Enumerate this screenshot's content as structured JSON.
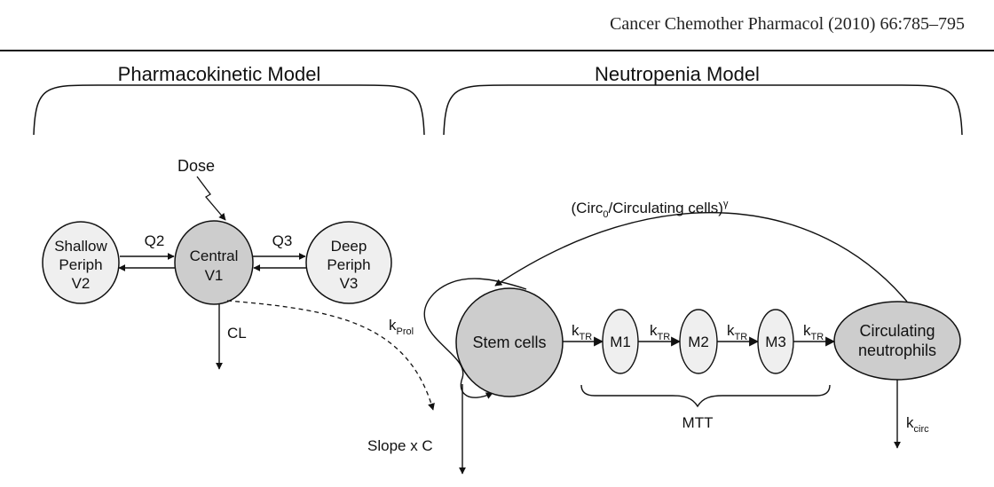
{
  "header": {
    "journal_line": "Cancer Chemother Pharmacol (2010) 66:785–795"
  },
  "figure": {
    "pk_title": "Pharmacokinetic Model",
    "neutropenia_title": "Neutropenia Model",
    "dose": "Dose",
    "compartments": {
      "shallow": [
        "Shallow",
        "Periph",
        "V2"
      ],
      "central": [
        "Central",
        "V1"
      ],
      "deep": [
        "Deep",
        "Periph",
        "V3"
      ]
    },
    "flows": {
      "q2": "Q2",
      "q3": "Q3",
      "cl": "CL"
    },
    "feedback": {
      "prefix": "(Circ",
      "sub": "0",
      "suffix": "/Circulating cells)",
      "sup": "γ"
    },
    "kprol": {
      "main": "k",
      "sub": "Prol"
    },
    "ktr": {
      "main": "k",
      "sub": "TR"
    },
    "kcirc": {
      "main": "k",
      "sub": "circ"
    },
    "stem": "Stem cells",
    "transit": [
      "M1",
      "M2",
      "M3"
    ],
    "circulating": [
      "Circulating",
      "neutrophils"
    ],
    "mtt": "MTT",
    "slope": "Slope x C"
  },
  "colors": {
    "node_light": "#efefef",
    "node_dark": "#cdcdcd",
    "stroke": "#111111"
  }
}
